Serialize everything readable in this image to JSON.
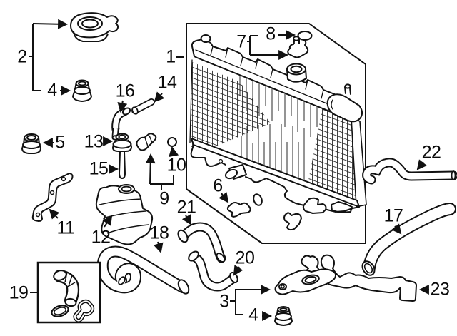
{
  "diagram": {
    "background_color": "#ffffff",
    "line_color": "#111111",
    "labels": {
      "l1": "1",
      "l2": "2",
      "l3": "3",
      "l4a": "4",
      "l4b": "4",
      "l5": "5",
      "l6": "6",
      "l7": "7",
      "l8": "8",
      "l9": "9",
      "l10": "10",
      "l11": "11",
      "l12": "12",
      "l13": "13",
      "l14": "14",
      "l15": "15",
      "l16": "16",
      "l17": "17",
      "l18": "18",
      "l19": "19",
      "l20": "20",
      "l21": "21",
      "l22": "22",
      "l23": "23"
    }
  }
}
